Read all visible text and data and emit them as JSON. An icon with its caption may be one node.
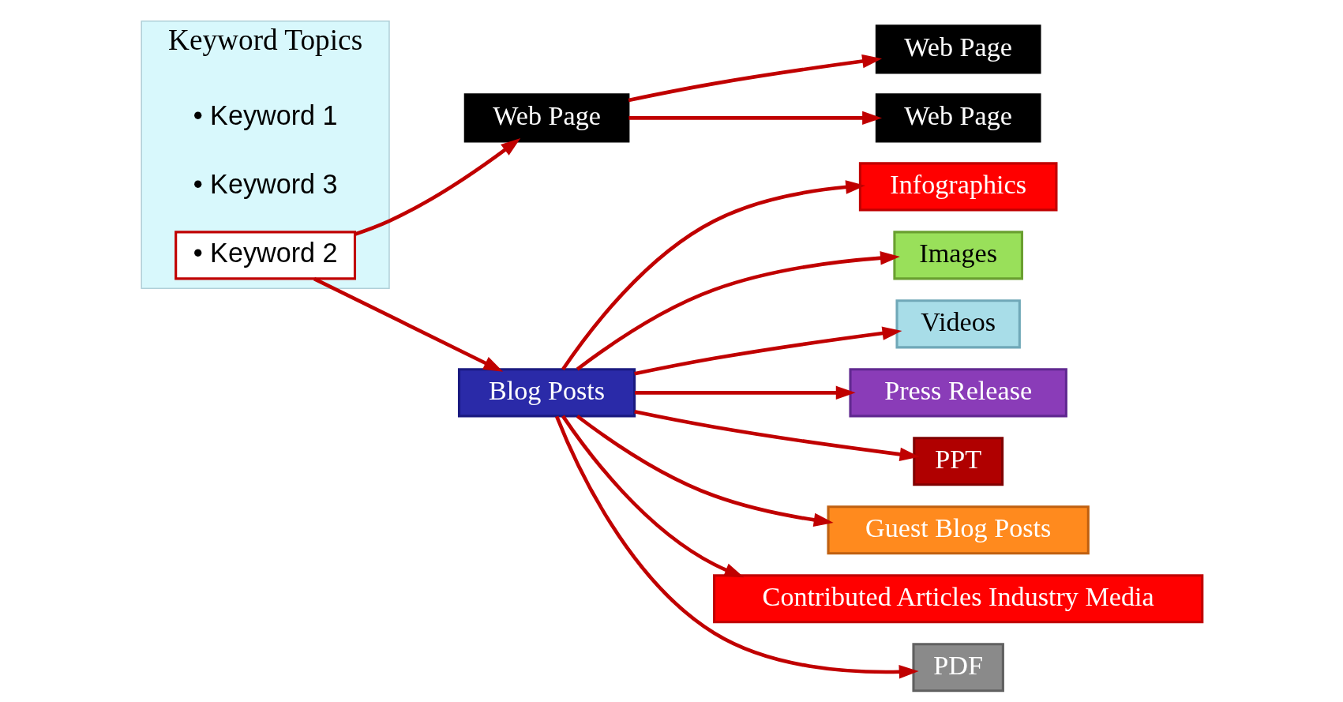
{
  "diagram": {
    "nodes": [
      {
        "text": [
          "Keyword Topics"
        ]
      },
      {
        "text": [
          "• Keyword 2"
        ],
        "in": 0
      },
      {
        "text": [
          "Web Page"
        ]
      },
      {
        "text": [
          "Web Page"
        ]
      },
      {
        "text": [
          "Web Page"
        ]
      },
      {
        "text": [
          "Blog Posts"
        ]
      },
      {
        "text": [
          "Infographics"
        ]
      },
      {
        "text": [
          "Images"
        ]
      },
      {
        "text": [
          "Videos"
        ]
      },
      {
        "text": [
          "Press Release"
        ]
      },
      {
        "text": [
          "PPT"
        ]
      },
      {
        "text": [
          "Guest Blog Posts"
        ]
      },
      {
        "text": [
          "Contributed Articles Industry Media"
        ]
      },
      {
        "text": [
          "PDF"
        ]
      }
    ],
    "edges": [
      {
        "from": 1,
        "to": 2,
        "arrow": "to"
      },
      {
        "from": 1,
        "to": 5,
        "arrow": "to"
      },
      {
        "from": 2,
        "to": 3,
        "arrow": "to"
      },
      {
        "from": 2,
        "to": 4,
        "arrow": "to"
      },
      {
        "from": 5,
        "to": 12,
        "arrow": "to"
      },
      {
        "from": 5,
        "to": 9,
        "arrow": "to"
      },
      {
        "from": 5,
        "to": 11,
        "arrow": "to"
      },
      {
        "from": 5,
        "to": 13,
        "arrow": "to"
      },
      {
        "from": 5,
        "to": 10,
        "arrow": "to"
      },
      {
        "from": 5,
        "to": 8,
        "arrow": "to"
      },
      {
        "from": 5,
        "to": 7,
        "arrow": "to"
      },
      {
        "from": 5,
        "to": 6,
        "arrow": "to"
      }
    ],
    "labels": [
      "• Keyword 1",
      "• Keyword 3"
    ]
  }
}
